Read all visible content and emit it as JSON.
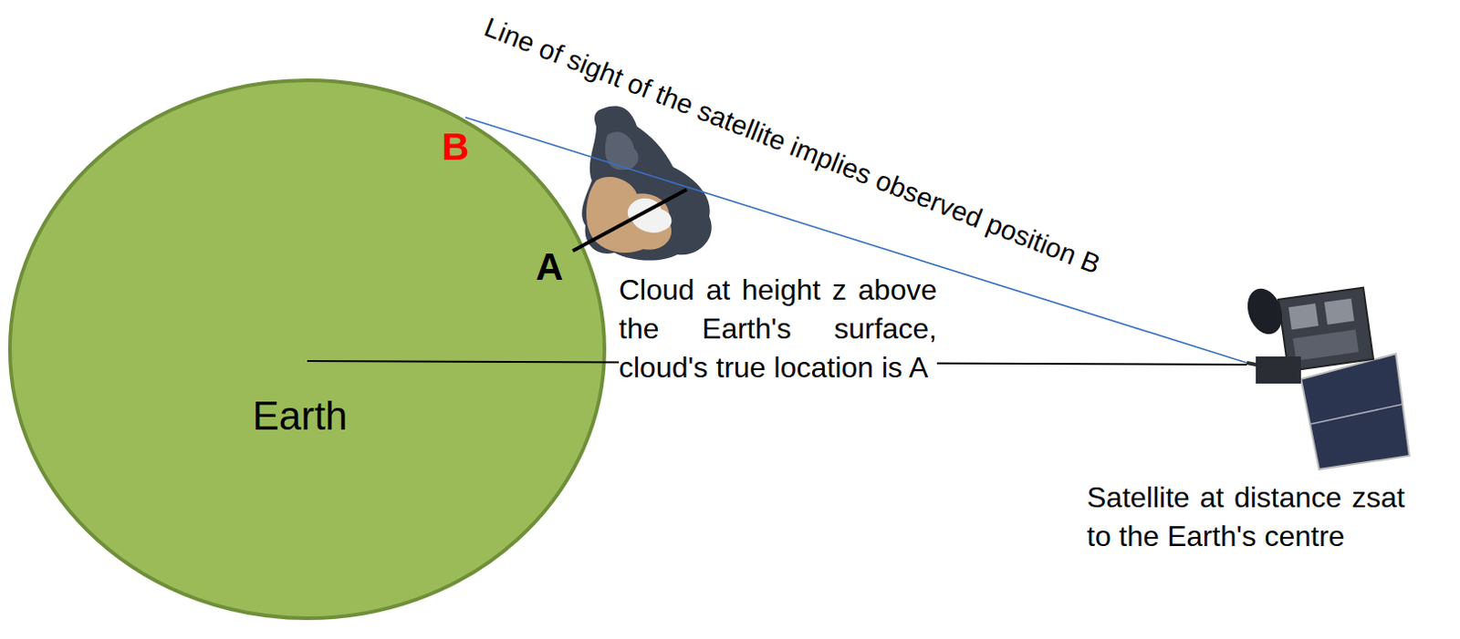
{
  "diagram": {
    "nodes": [
      {
        "text": [
          "Earth"
        ]
      }
    ],
    "labels": [
      "Line of sight of the satellite implies observed position B",
      "B",
      "A",
      "Cloud at height z above the Earth's surface, cloud's true location is A",
      "Satellite at distance zsat to the Earth's centre"
    ]
  }
}
